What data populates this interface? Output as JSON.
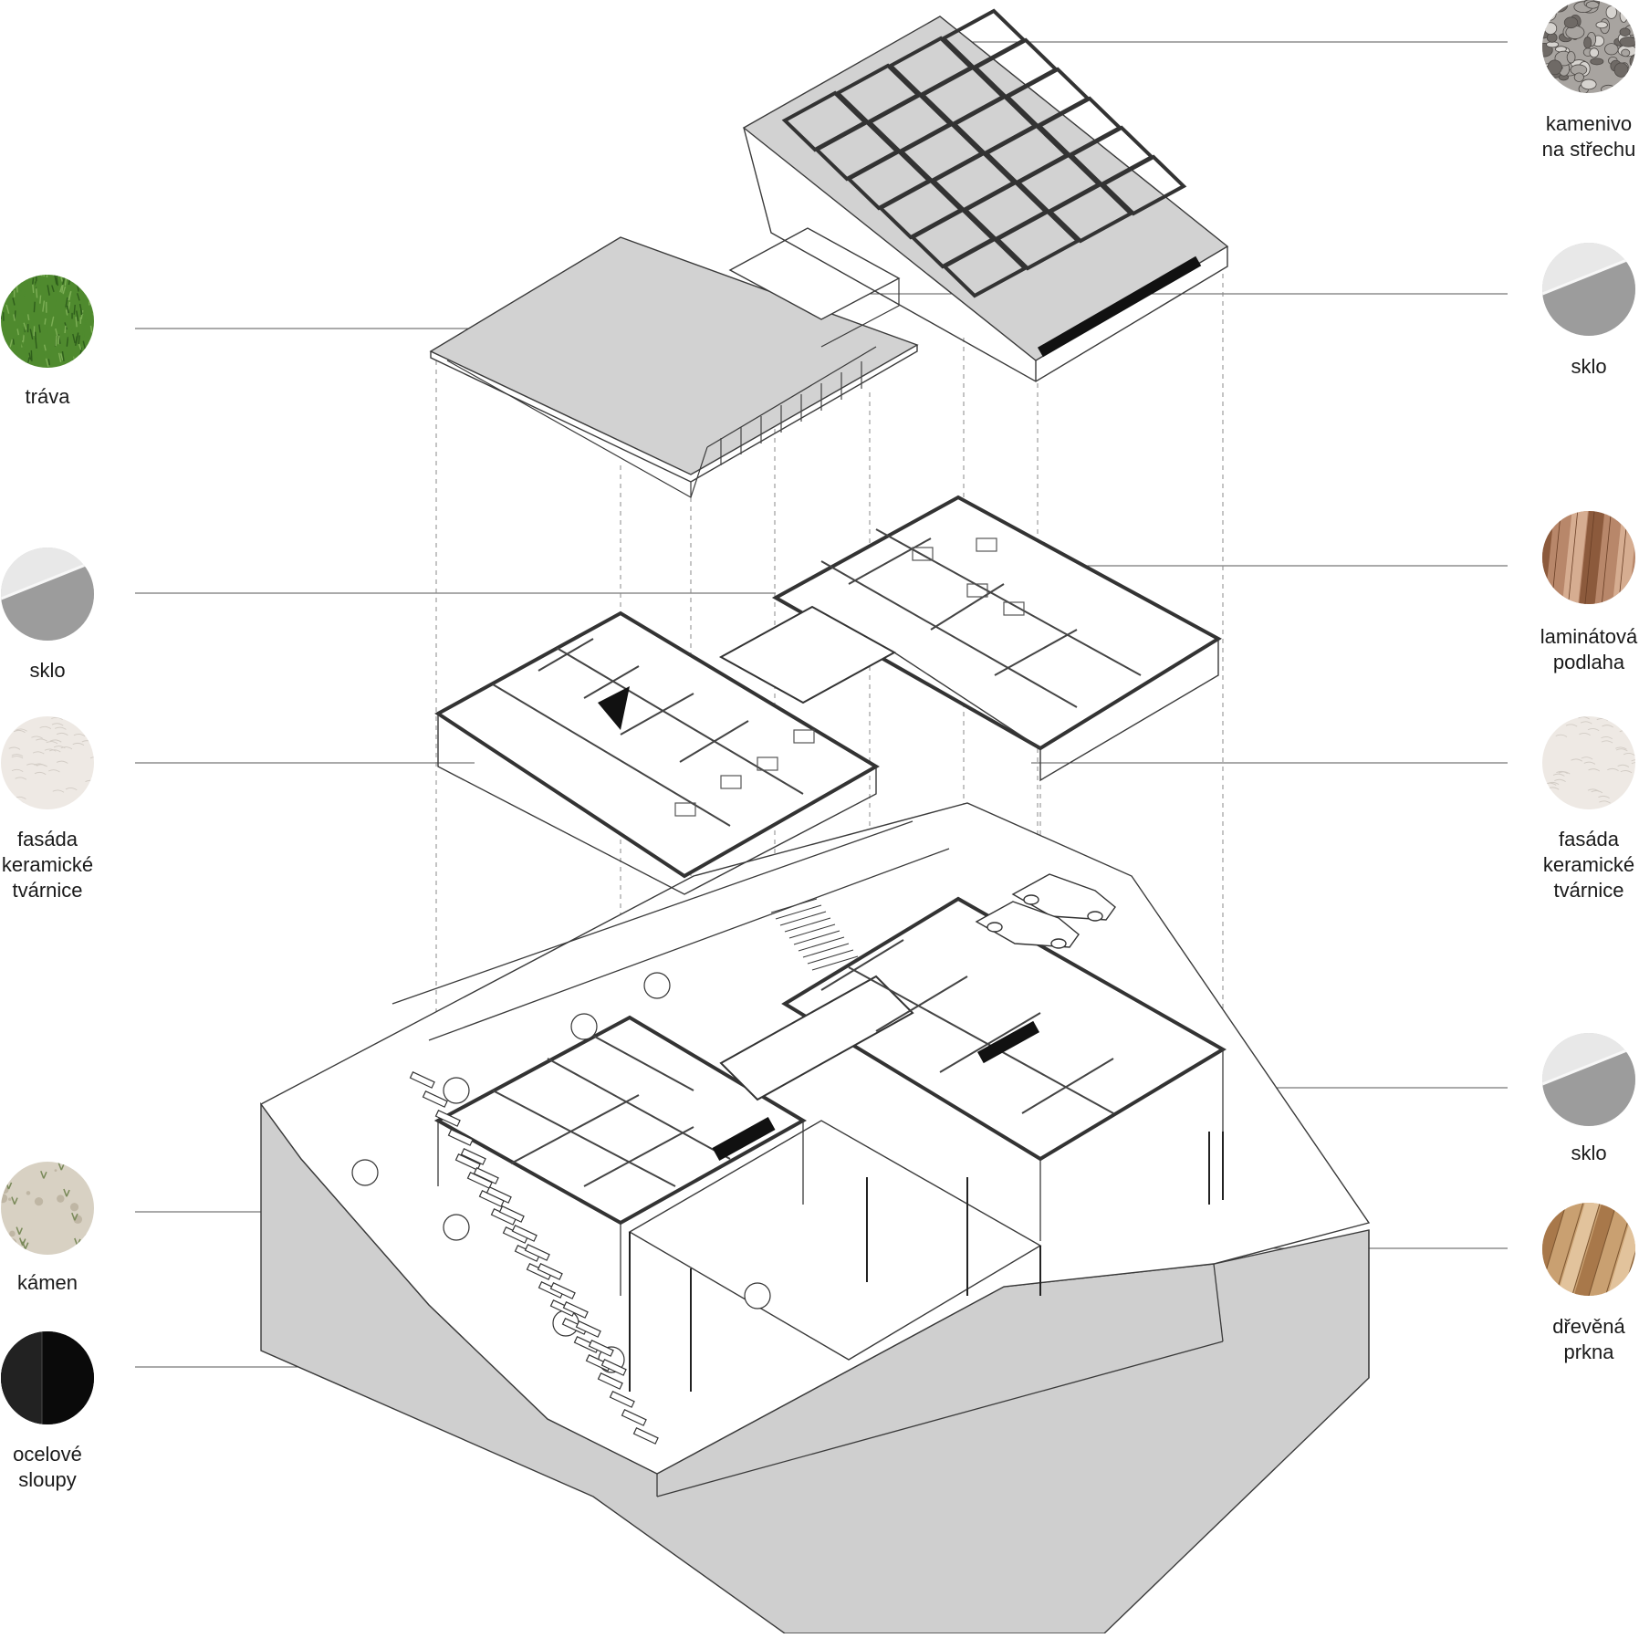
{
  "diagram": {
    "materials": [
      {
        "id": "kamenivo",
        "label": "kamenivo\nna střechu",
        "side": "right",
        "texture": "gravel-texture",
        "colors": [
          "#6f6a66",
          "#a8a4a0",
          "#d6d3cf"
        ]
      },
      {
        "id": "sklo-roof",
        "label": "sklo",
        "side": "right",
        "texture": "glass-texture",
        "colors": [
          "#9c9c9c",
          "#c9c9c9",
          "#e8e8e8"
        ]
      },
      {
        "id": "trava",
        "label": "tráva",
        "side": "left",
        "texture": "grass-texture",
        "colors": [
          "#2f5e1c",
          "#4f8a2e",
          "#7cae55"
        ]
      },
      {
        "id": "sklo-upper",
        "label": "sklo",
        "side": "left",
        "texture": "glass-texture",
        "colors": [
          "#9c9c9c",
          "#c9c9c9",
          "#e8e8e8"
        ]
      },
      {
        "id": "laminat",
        "label": "laminátová\npodlaha",
        "side": "right",
        "texture": "laminate-texture",
        "colors": [
          "#8c5a3c",
          "#b8876a",
          "#d6ad91"
        ]
      },
      {
        "id": "fasada-left",
        "label": "fasáda\nkeramické\ntvárnice",
        "side": "left",
        "texture": "ceramic-texture",
        "colors": [
          "#e4ded8",
          "#eee9e4",
          "#f6f3f0"
        ]
      },
      {
        "id": "fasada-right",
        "label": "fasáda\nkeramické\ntvárnice",
        "side": "right",
        "texture": "ceramic-texture",
        "colors": [
          "#e4ded8",
          "#eee9e4",
          "#f6f3f0"
        ]
      },
      {
        "id": "sklo-ground",
        "label": "sklo",
        "side": "right",
        "texture": "glass-texture",
        "colors": [
          "#9c9c9c",
          "#c9c9c9",
          "#e8e8e8"
        ]
      },
      {
        "id": "kamen",
        "label": "kámen",
        "side": "left",
        "texture": "stone-texture",
        "colors": [
          "#bfb6a4",
          "#d8d1c3",
          "#7a8a5a"
        ]
      },
      {
        "id": "drevo",
        "label": "dřevěná\nprkna",
        "side": "right",
        "texture": "wood-plank-texture",
        "colors": [
          "#a8784a",
          "#c9a071",
          "#e2c39c"
        ]
      },
      {
        "id": "ocel",
        "label": "ocelové\nsloupy",
        "side": "left",
        "texture": "steel-texture",
        "colors": [
          "#0a0a0a",
          "#222222",
          "#3a3a3a"
        ]
      }
    ],
    "colors": {
      "line": "#3a3a3a",
      "leader": "#555555",
      "roof_fill": "#d2d2d2",
      "terrain_fill": "#cfcfcf",
      "paper": "#ffffff"
    }
  }
}
